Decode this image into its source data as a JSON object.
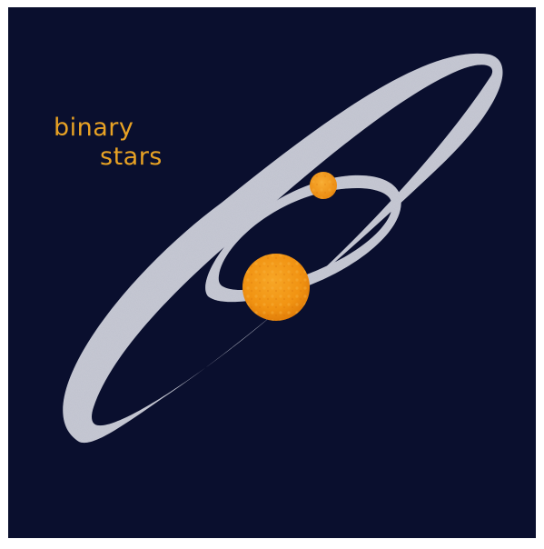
{
  "title": {
    "line1": "binary",
    "line2": "stars"
  },
  "colors": {
    "background": "#0a0f2e",
    "orbit": "#c9cbd6",
    "title": "#e8a224",
    "large_star": "#f39a12",
    "small_star": "#f5a21a"
  },
  "objects": {
    "large_star": "large-star",
    "small_star": "small-star",
    "large_orbit": "large-orbit",
    "small_orbit": "small-orbit"
  }
}
